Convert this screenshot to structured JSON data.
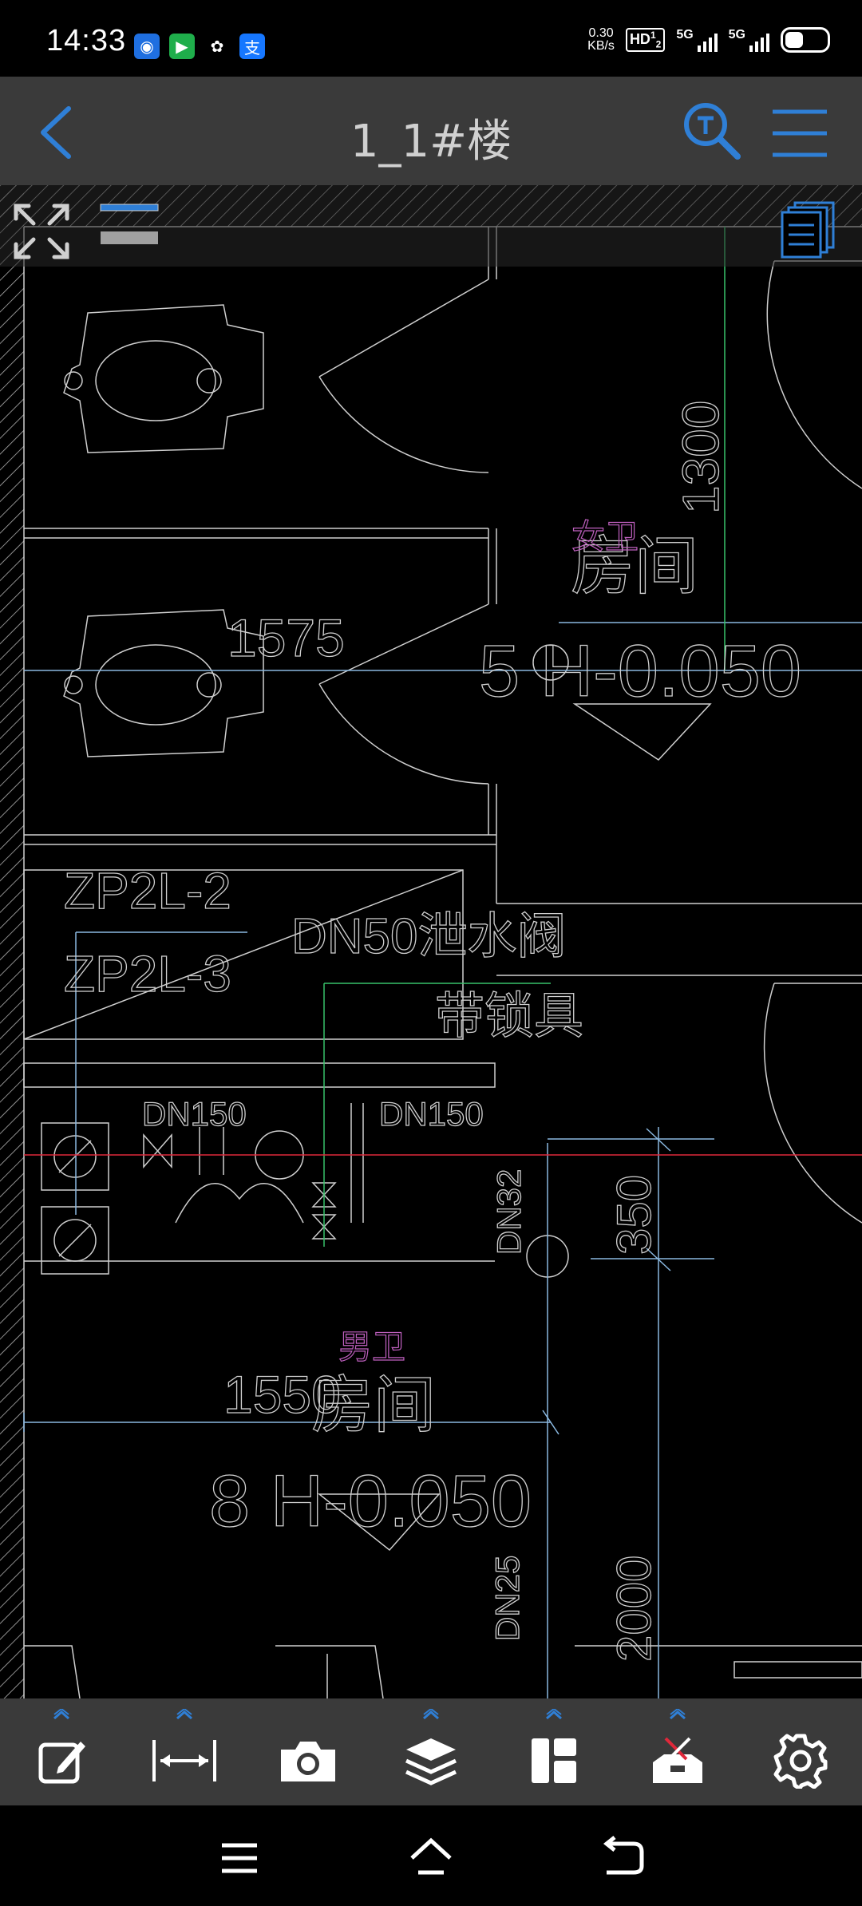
{
  "status": {
    "time": "14:33",
    "net_speed_top": "0.30",
    "net_speed_bottom": "KB/s",
    "hd": "HD",
    "sim1": "1",
    "sim2": "2",
    "net1": "5G",
    "net2": "5G",
    "apps": [
      "app-blue-icon",
      "app-green-icon",
      "app-clover-icon",
      "alipay-icon"
    ],
    "alipay_glyph": "支"
  },
  "header": {
    "title": "1_1#楼"
  },
  "drawing": {
    "labels": {
      "dim_1575": "1575",
      "dim_1300": "1300",
      "dim_350": "350",
      "dim_1550": "1550",
      "dim_2000": "2000",
      "room_female": "女卫",
      "room_female_main": "房间",
      "room_female_code": "5 H-0.050",
      "room_male": "男卫",
      "room_male_main": "房间",
      "room_male_code": "8 H-0.050",
      "pipe_1": "ZP2L-2",
      "pipe_2": "ZP2L-3",
      "valve_1": "DN50泄水阀",
      "valve_2": "带锁具",
      "dn150_a": "DN150",
      "dn150_b": "DN150",
      "dn32": "DN32",
      "dn25": "DN25"
    }
  },
  "toolbar": {
    "items": [
      "edit-tool",
      "measure-tool",
      "camera-tool",
      "layers-tool",
      "layout-tool",
      "tools-box",
      "settings"
    ]
  },
  "colors": {
    "accent": "#2f7fd6",
    "title_bar": "#3a3a3a",
    "cad_line": "#cfcfcf",
    "cad_blue": "#8ab8e0",
    "cad_green": "#39c36a",
    "cad_red": "#e0283a",
    "cad_magenta": "#c060c0"
  }
}
